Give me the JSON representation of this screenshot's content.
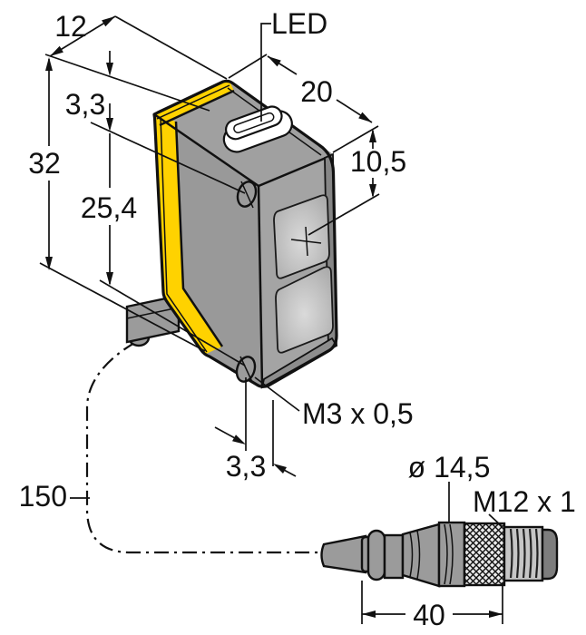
{
  "figure": {
    "title": "Photoelectric sensor dimensional drawing",
    "colors": {
      "accent_yellow": "#FFD200",
      "body_gray": "#9B9B9B",
      "window_gray": "#C6C6C6",
      "line": "#111111"
    },
    "labels": {
      "led": "LED",
      "mounting_thread": "M3 x 0,5",
      "connector_diameter": "ø 14,5",
      "connector_thread": "M12 x 1"
    },
    "dimensions": {
      "depth": "12",
      "width": "20",
      "height": "32",
      "top_band": "3,3",
      "hole_spacing": "25,4",
      "optical_axis": "10,5",
      "bottom_offset": "3,3",
      "cable_length": "150",
      "connector_length": "40"
    }
  }
}
